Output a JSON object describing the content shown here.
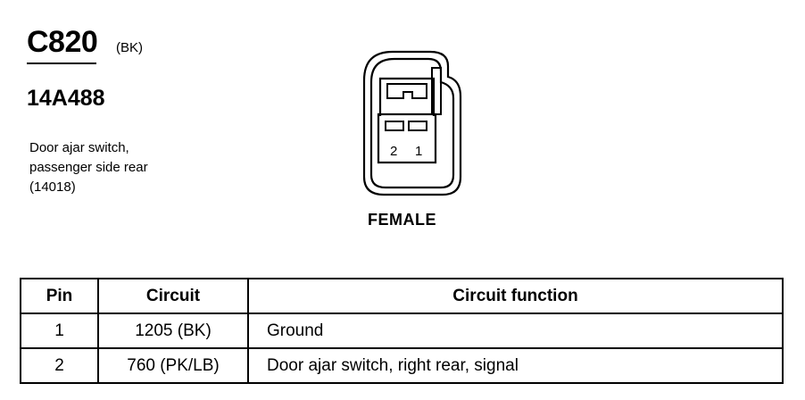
{
  "connector": {
    "id": "C820",
    "color": "(BK)",
    "part_number": "14A488",
    "description": [
      "Door ajar switch,",
      "passenger side rear",
      "(14018)"
    ],
    "view": "FEMALE",
    "pins": [
      "2",
      "1"
    ]
  },
  "table": {
    "headers": [
      "Pin",
      "Circuit",
      "Circuit function"
    ],
    "rows": [
      {
        "pin": "1",
        "circuit": "1205 (BK)",
        "function": "Ground"
      },
      {
        "pin": "2",
        "circuit": "760 (PK/LB)",
        "function": "Door ajar switch, right rear, signal"
      }
    ]
  }
}
